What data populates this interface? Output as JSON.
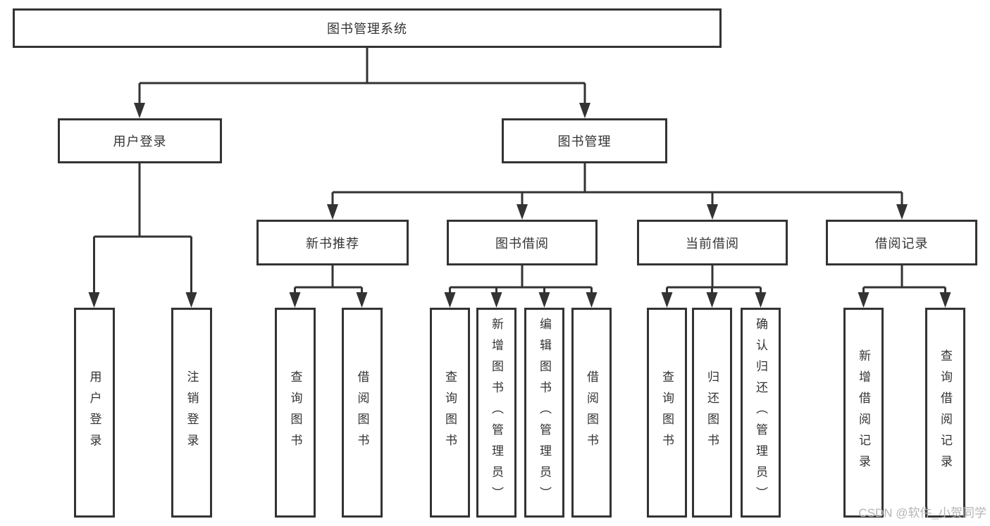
{
  "diagram": {
    "root": {
      "label": "图书管理系统"
    },
    "branches": [
      {
        "label": "用户登录",
        "children": [
          {
            "label": "用户登录"
          },
          {
            "label": "注销登录"
          }
        ]
      },
      {
        "label": "图书管理",
        "children": [
          {
            "label": "新书推荐",
            "children": [
              {
                "label": "查询图书"
              },
              {
                "label": "借阅图书"
              }
            ]
          },
          {
            "label": "图书借阅",
            "children": [
              {
                "label": "查询图书"
              },
              {
                "label": "新增图书（管理员）"
              },
              {
                "label": "编辑图书（管理员）"
              },
              {
                "label": "借阅图书"
              }
            ]
          },
          {
            "label": "当前借阅",
            "children": [
              {
                "label": "查询图书"
              },
              {
                "label": "归还图书"
              },
              {
                "label": "确认归还（管理员）"
              }
            ]
          },
          {
            "label": "借阅记录",
            "children": [
              {
                "label": "新增借阅记录"
              },
              {
                "label": "查询借阅记录"
              }
            ]
          }
        ]
      }
    ]
  },
  "watermark": {
    "text": "CSDN @软件_小贺同学"
  },
  "colors": {
    "line": "#333333",
    "box_border": "#333333",
    "box_fill": "#ffffff",
    "text": "#333333",
    "watermark": "#b5b5b5",
    "background": "#ffffff"
  }
}
